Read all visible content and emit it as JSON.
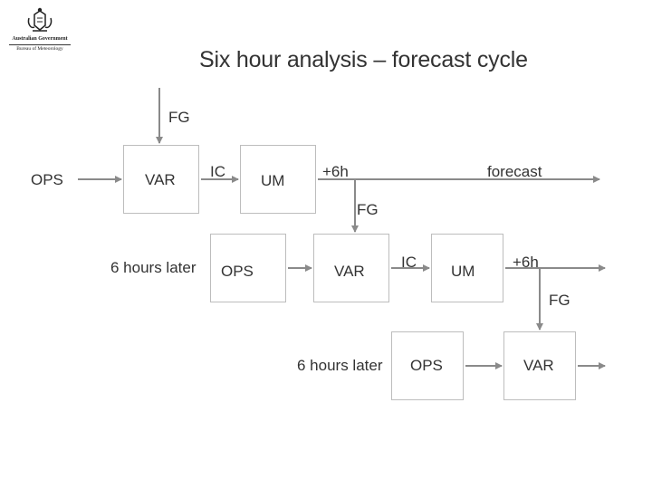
{
  "title": "Six hour analysis – forecast cycle",
  "logo": {
    "line1": "Australian Government",
    "line2": "Bureau of Meteorology"
  },
  "row1": {
    "fg": "FG",
    "ops": "OPS",
    "var": "VAR",
    "ic": "IC",
    "um": "UM",
    "plus6h": "+6h",
    "forecast": "forecast"
  },
  "row2": {
    "fg": "FG",
    "later": "6 hours later",
    "ops": "OPS",
    "var": "VAR",
    "ic": "IC",
    "um": "UM",
    "plus6h": "+6h"
  },
  "row3": {
    "fg": "FG",
    "later": "6 hours later",
    "ops": "OPS",
    "var": "VAR"
  },
  "colors": {
    "text": "#333333",
    "box_border": "#bdbdbd",
    "arrow": "#8a8a8a"
  }
}
